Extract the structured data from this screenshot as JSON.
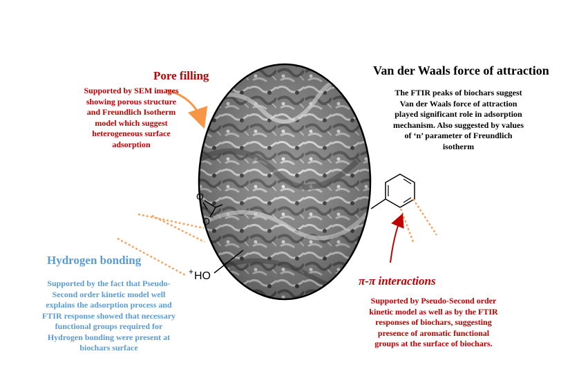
{
  "mechanisms": {
    "pore_filling": {
      "title": "Pore filling",
      "description": [
        "Supported by SEM images",
        "showing porous structure",
        "and Freundlich Isotherm",
        "model which suggest",
        "heterogeneous surface",
        "adsorption"
      ]
    },
    "van_der_waals": {
      "title": "Van der Waals force of attraction",
      "description": [
        "The FTIR peaks of biochars suggest",
        "Van der Waals force of attraction",
        "played significant role in adsorption",
        "mechanism. Also suggested by values",
        "of ‘n’ parameter of Freundlich",
        "isotherm"
      ]
    },
    "hydrogen_bonding": {
      "title": "Hydrogen bonding",
      "description": [
        "Supported by the fact that Pseudo-",
        "Second order kinetic model well",
        "explains the adsorption process and",
        "FTIR response showed that necessary",
        "functional groups required for",
        "Hydrogen bonding were present at",
        "biochars surface"
      ]
    },
    "pi_pi": {
      "title": "π-π interactions",
      "description": [
        "Supported by Pseudo-Second order",
        "kinetic model  as well as by the FTIR",
        "responses of  biochars, suggesting",
        "presence of aromatic functional",
        "groups at the surface of biochars."
      ]
    }
  },
  "chem_labels": {
    "carboxyl_o": "O",
    "carboxyl_o_minus": "O",
    "minus_sign": "-",
    "hydroxyl": "HO",
    "plus_sign": "+"
  },
  "colors": {
    "red": "#c00000",
    "blue": "#5b9bd5",
    "orange_dash": "#f4a460",
    "arrow_orange": "#f79646"
  }
}
